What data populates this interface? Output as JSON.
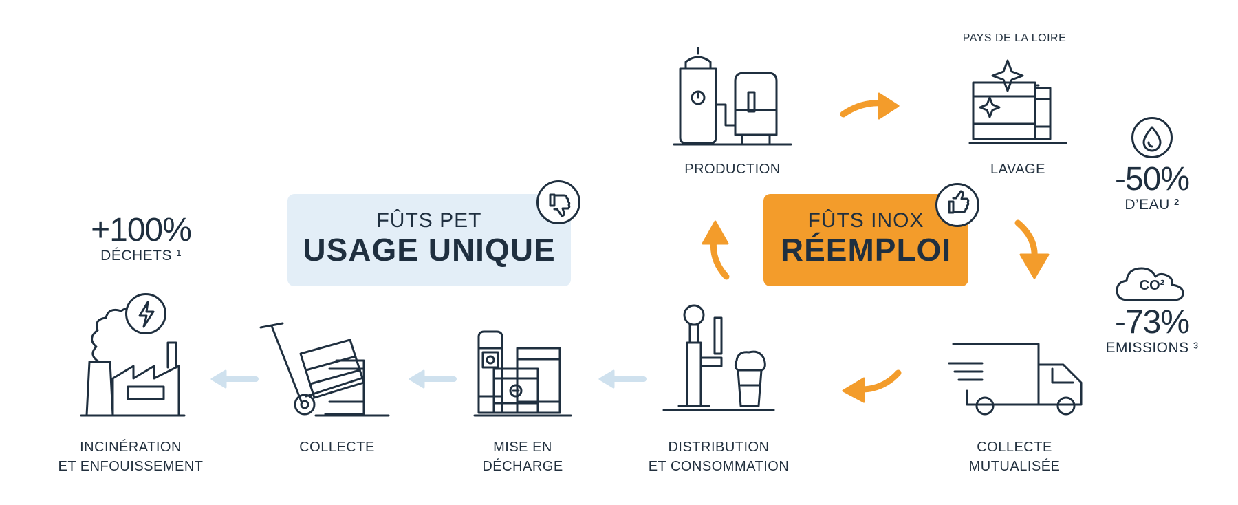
{
  "boxes": {
    "pet": {
      "line1": "FÛTS PET",
      "line2": "USAGE UNIQUE",
      "bg": "#e3eef7",
      "text": "#1f2f3f"
    },
    "inox": {
      "line1": "FÛTS INOX",
      "line2": "RÉEMPLOI",
      "bg": "#f39c2b",
      "text": "#1f2f3f"
    }
  },
  "reuse_cycle": {
    "production": "PRODUCTION",
    "lavage_region": "PAYS DE LA LOIRE",
    "lavage": "LAVAGE",
    "collecte_mutualisee_1": "COLLECTE",
    "collecte_mutualisee_2": "MUTUALISÉE",
    "distribution_1": "DISTRIBUTION",
    "distribution_2": "ET CONSOMMATION"
  },
  "single_use_chain": {
    "decharge_1": "MISE EN",
    "decharge_2": "DÉCHARGE",
    "collecte": "COLLECTE",
    "incineration_1": "INCINÉRATION",
    "incineration_2": "ET ENFOUISSEMENT"
  },
  "stats": {
    "waste_value": "+100%",
    "waste_label": "DÉCHETS ¹",
    "water_value": "-50%",
    "water_label": "D’EAU ²",
    "co2_icon_text": "CO²",
    "co2_value": "-73%",
    "co2_label": "EMISSIONS ³"
  },
  "colors": {
    "accent": "#f39c2b",
    "light_arrow": "#cfe1ee",
    "ink": "#1f2f3f"
  },
  "icons": [
    "thumbs-down-icon",
    "thumbs-up-icon",
    "brewery-tanks-icon",
    "clean-kegs-icon",
    "delivery-truck-icon",
    "beer-tap-icon",
    "landfill-kegs-icon",
    "hand-truck-icon",
    "incinerator-factory-icon",
    "water-drop-icon",
    "co2-cloud-icon",
    "lightning-icon"
  ]
}
